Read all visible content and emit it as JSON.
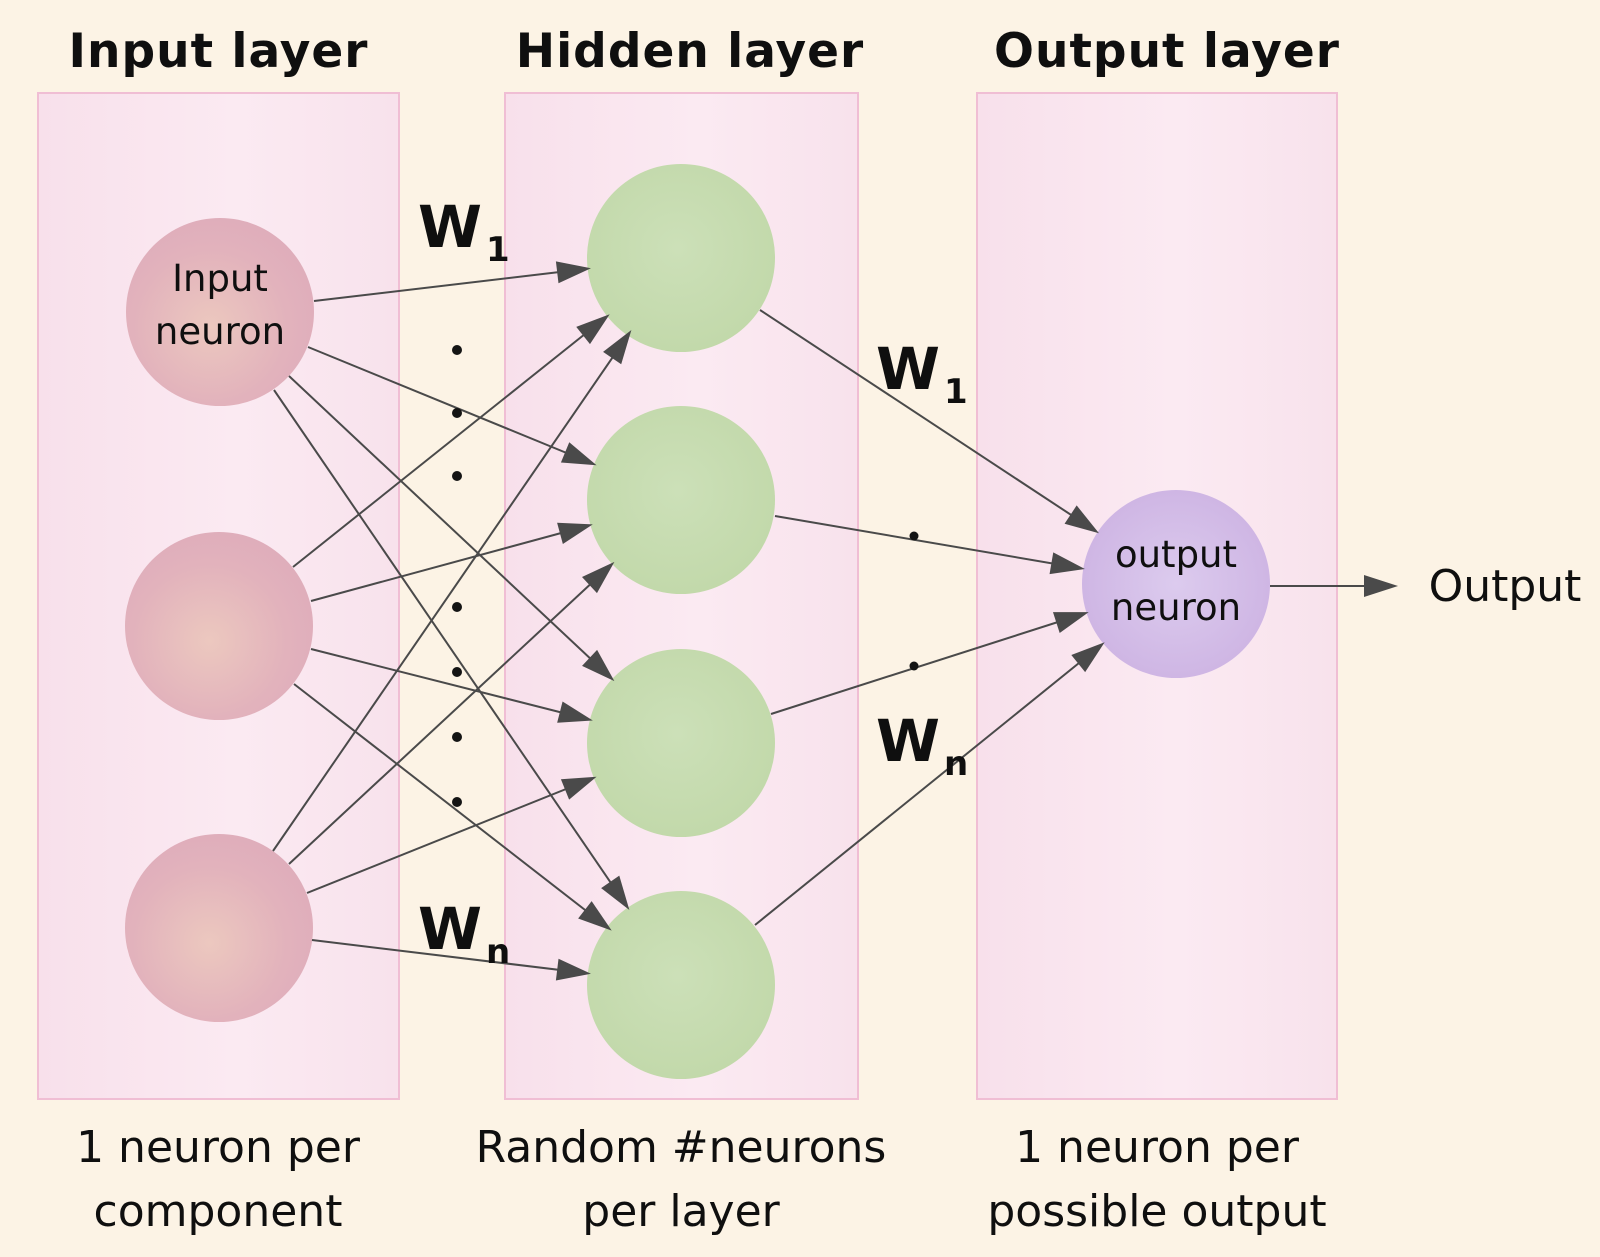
{
  "diagram": {
    "layers": {
      "input": {
        "title": "Input layer",
        "caption": {
          "line1": "1 neuron per",
          "line2": "component"
        },
        "neuron_label": {
          "line1": "Input",
          "line2": "neuron"
        },
        "neuron_count": 3
      },
      "hidden": {
        "title": "Hidden layer",
        "caption": {
          "line1": "Random #neurons",
          "line2": "per layer"
        },
        "neuron_count": 4
      },
      "output": {
        "title": "Output layer",
        "caption": {
          "line1": "1 neuron per",
          "line2": "possible output"
        },
        "neuron_label": {
          "line1": "output",
          "line2": "neuron"
        },
        "neuron_count": 1
      }
    },
    "weight_labels": {
      "input_to_hidden_top": {
        "base": "W",
        "sub": "1"
      },
      "input_to_hidden_bottom": {
        "base": "W",
        "sub": "n"
      },
      "hidden_to_output_top": {
        "base": "W",
        "sub": "1"
      },
      "hidden_to_output_bottom": {
        "base": "W",
        "sub": "n"
      }
    },
    "output_label": "Output",
    "colors": {
      "background": "#FCF3E5",
      "panel_fill": "#FAE6EF",
      "panel_border": "#F0BED4",
      "input_neuron": "#DCA9BA",
      "hidden_neuron": "#BED6A5",
      "output_neuron": "#C8ABDF",
      "connector": "#4A4A4A",
      "text": "#0F0F0F"
    }
  }
}
